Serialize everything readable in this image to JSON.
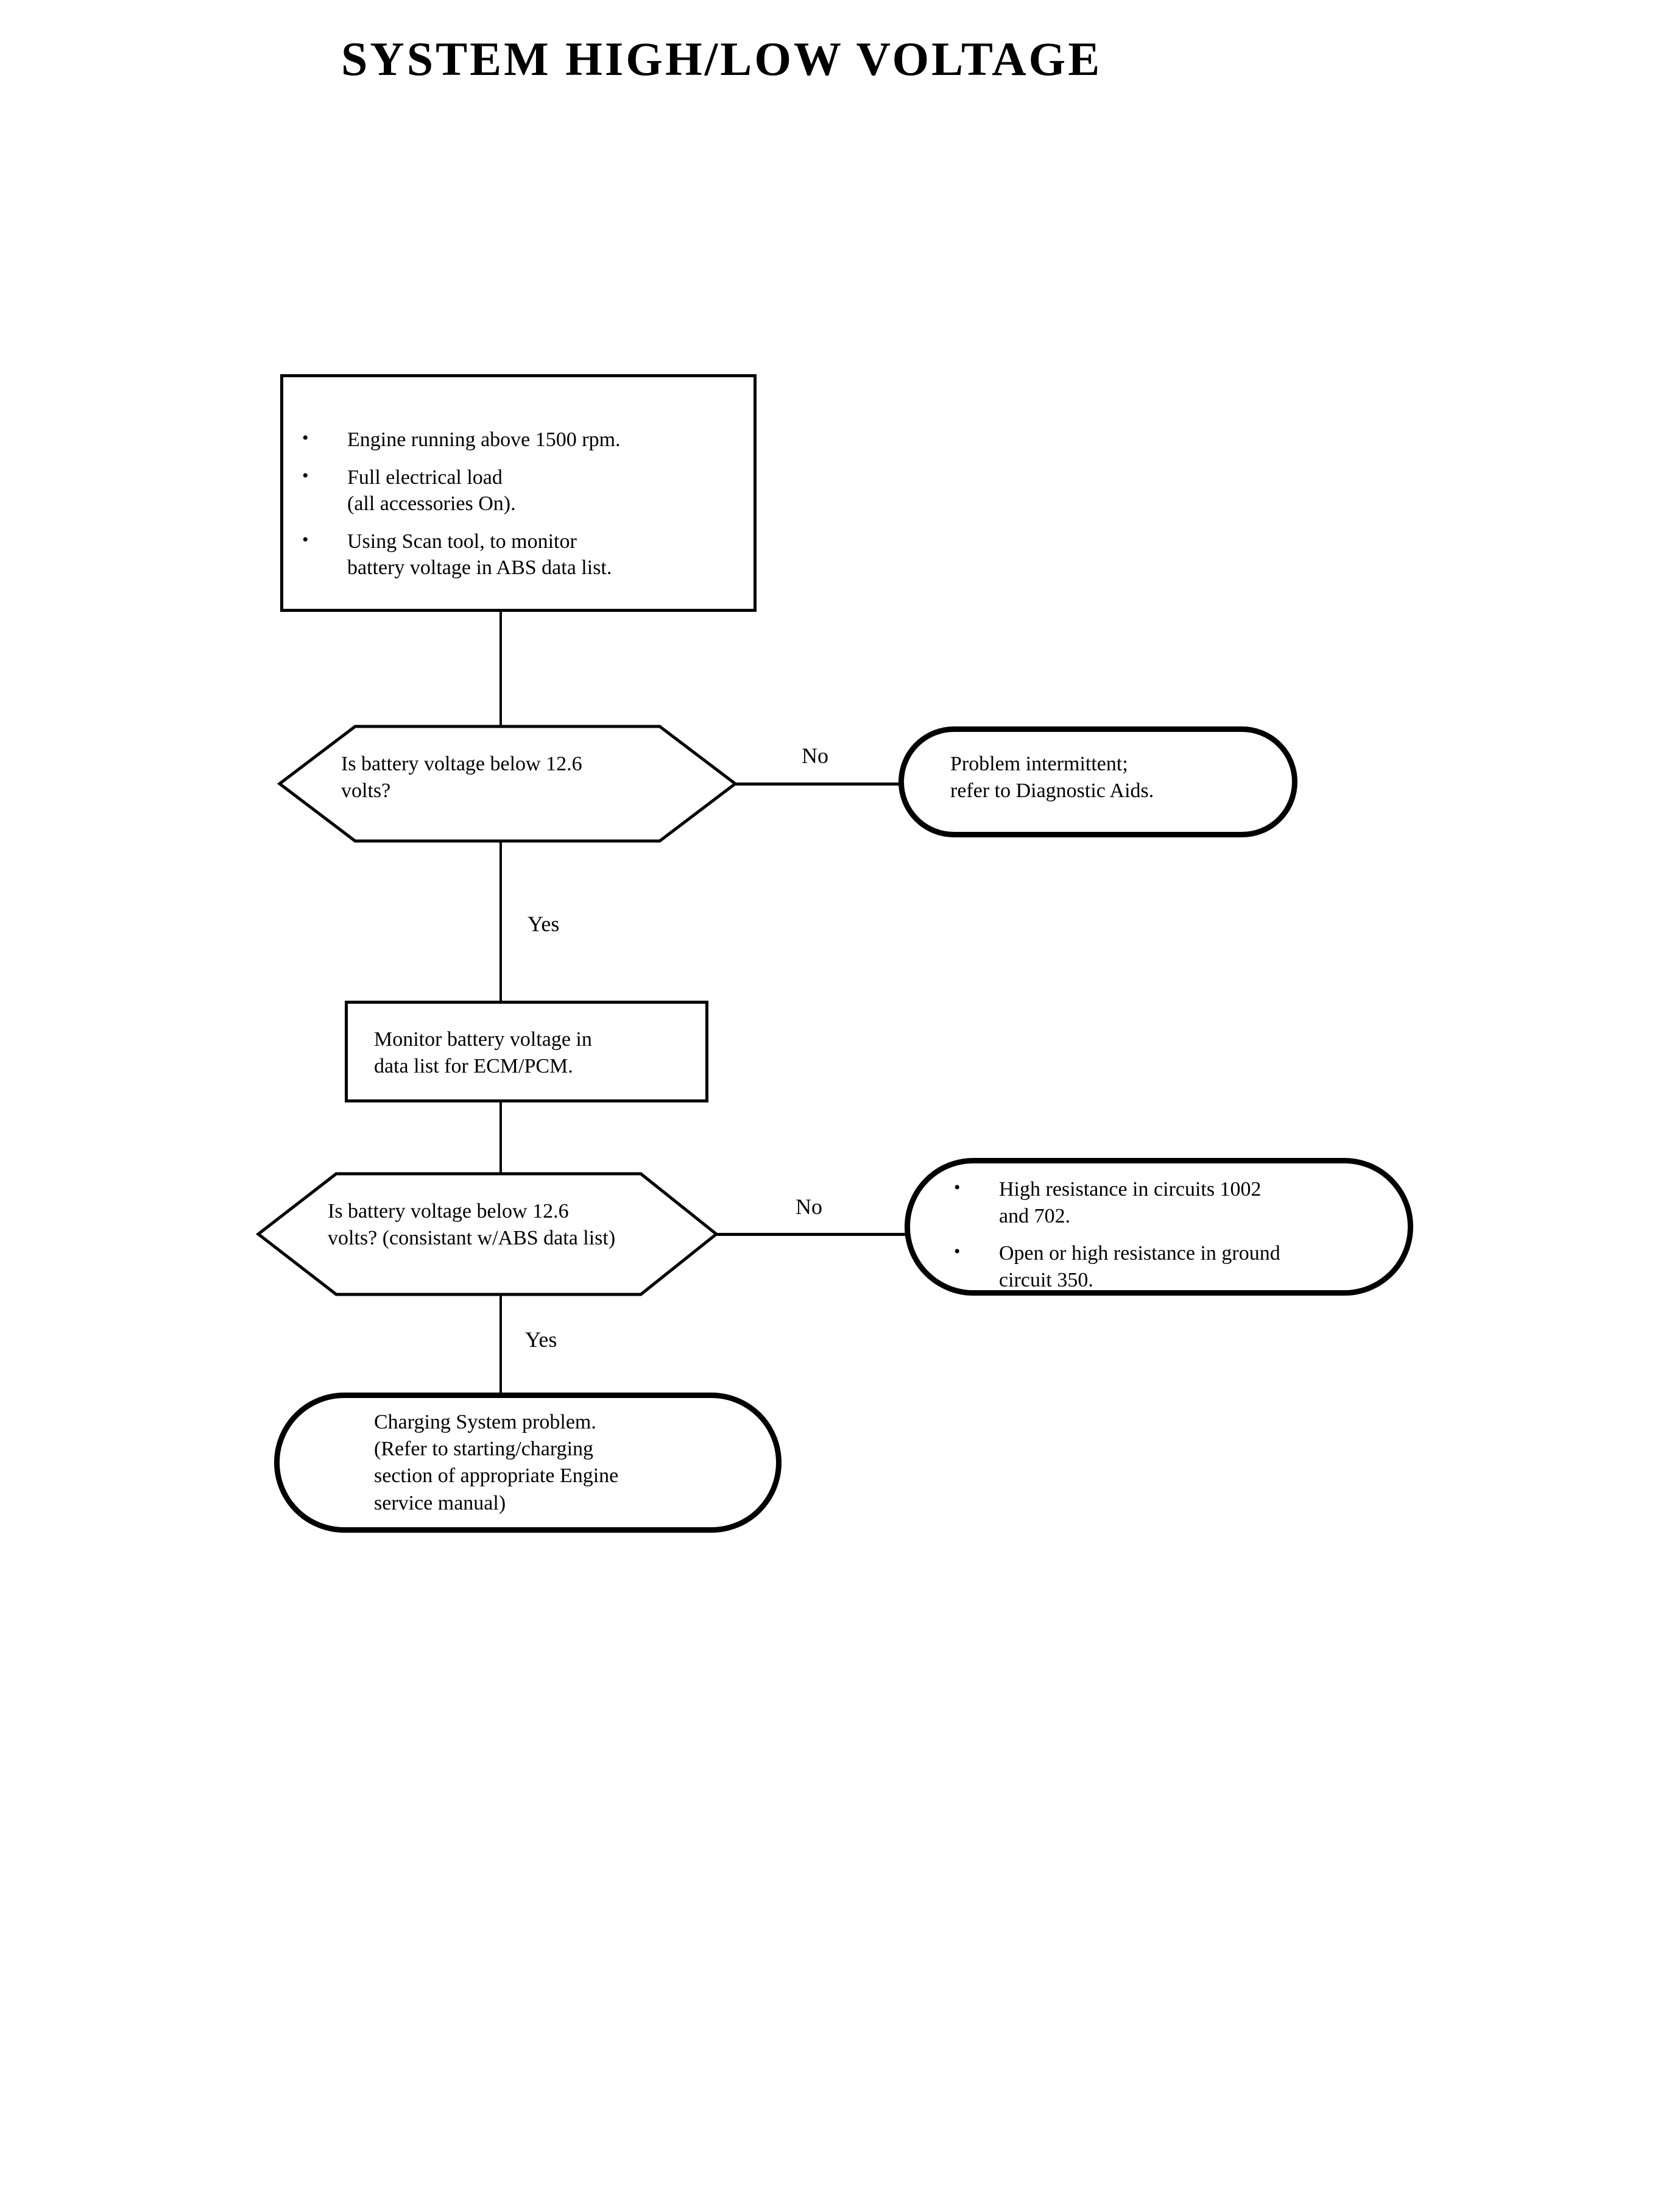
{
  "document": {
    "title": "SYSTEM HIGH/LOW VOLTAGE"
  },
  "flowchart": {
    "conditions_box": {
      "shape": "rectangle",
      "bullets": [
        {
          "lines": [
            "Engine running above 1500  rpm."
          ]
        },
        {
          "lines": [
            "Full electrical load",
            "(all accessories On)."
          ]
        },
        {
          "lines": [
            "Using  Scan tool, to monitor",
            "battery voltage in ABS data list."
          ]
        }
      ]
    },
    "decision_1": {
      "shape": "hexagon",
      "lines": [
        "Is battery voltage below 12.6",
        "volts?"
      ],
      "no_label": "No",
      "yes_label": "Yes"
    },
    "outcome_1": {
      "shape": "stadium",
      "lines": [
        "Problem intermittent;",
        "refer to Diagnostic Aids."
      ]
    },
    "process_1": {
      "shape": "rectangle",
      "lines": [
        "Monitor battery voltage in",
        "data list for ECM/PCM."
      ]
    },
    "decision_2": {
      "shape": "hexagon",
      "lines": [
        "Is battery voltage below 12.6",
        "volts? (consistant w/ABS data list)"
      ],
      "no_label": "No",
      "yes_label": "Yes"
    },
    "outcome_2": {
      "shape": "stadium",
      "bullets": [
        {
          "lines": [
            "High resistance in circuits 1002",
            "and 702."
          ]
        },
        {
          "lines": [
            "Open or high resistance in ground",
            "circuit 350."
          ]
        }
      ]
    },
    "outcome_3": {
      "shape": "stadium",
      "lines": [
        "Charging  System problem.",
        "(Refer to starting/charging",
        "section of appropriate Engine",
        "service manual)"
      ]
    }
  },
  "colors": {
    "ink": "#000000",
    "paper": "#ffffff"
  }
}
